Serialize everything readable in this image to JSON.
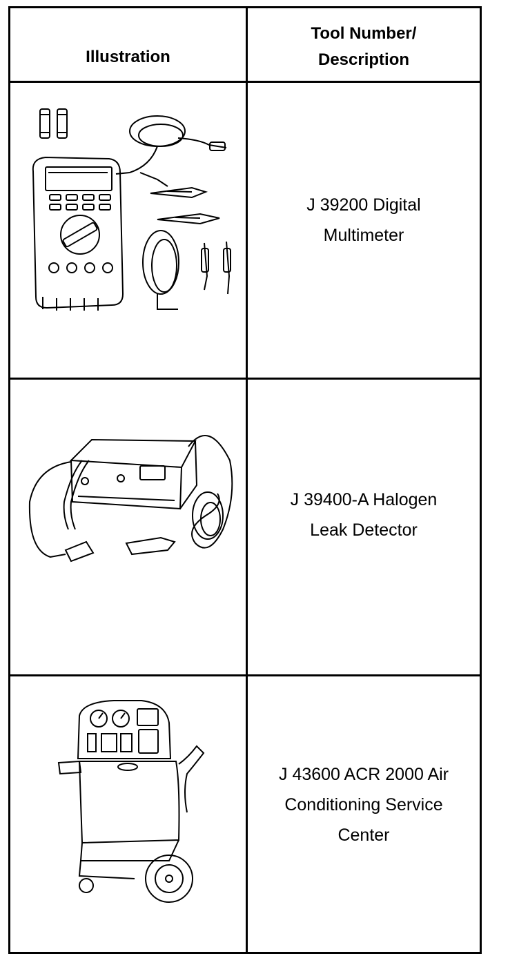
{
  "header": {
    "illustration": "Illustration",
    "tool_line1": "Tool Number/",
    "tool_line2": "Description"
  },
  "rows": [
    {
      "icon": "digital-multimeter-illustration",
      "line1": "J 39200 Digital",
      "line2": "Multimeter"
    },
    {
      "icon": "halogen-leak-detector-illustration",
      "line1": "J 39400-A Halogen",
      "line2": "Leak Detector"
    },
    {
      "icon": "air-conditioning-service-center-illustration",
      "line1": "J 43600 ACR 2000 Air",
      "line2": "Conditioning Service",
      "line3": "Center"
    }
  ]
}
